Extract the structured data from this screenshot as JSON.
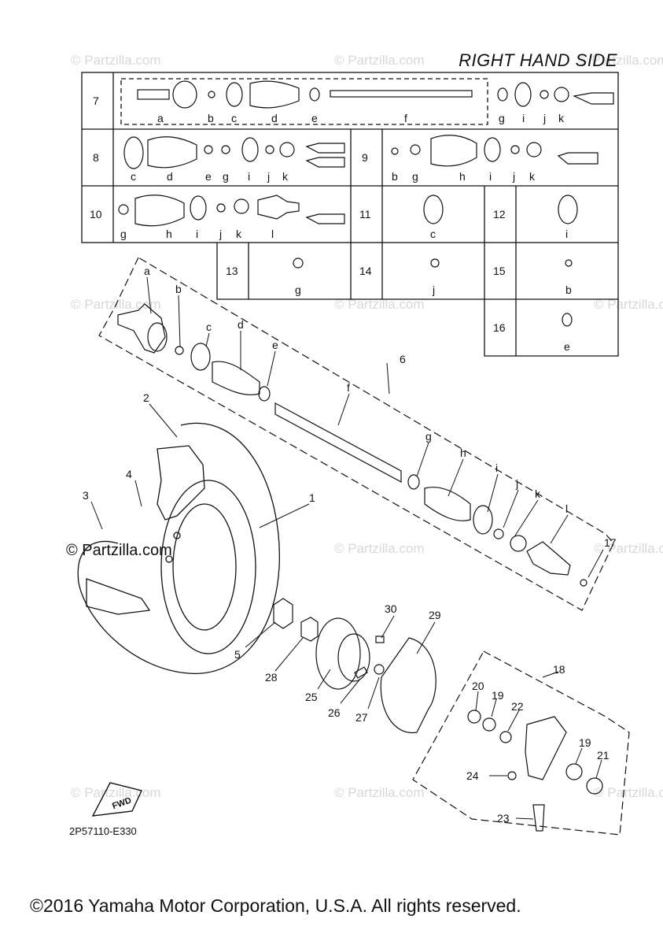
{
  "header": {
    "title": "RIGHT HAND SIDE"
  },
  "diagram_code": "2P57110-E330",
  "copyright": "©2016 Yamaha Motor Corporation, U.S.A. All rights reserved.",
  "watermark": {
    "text": "© Partzilla.com",
    "large_text": "© Partzilla.com"
  },
  "fwd_label": "FWD",
  "kit_table": [
    {
      "no": "7",
      "parts": [
        "a",
        "b",
        "c",
        "d",
        "e",
        "f",
        "g",
        "i",
        "j",
        "k"
      ]
    },
    {
      "no": "8",
      "parts": [
        "c",
        "d",
        "e",
        "g",
        "i",
        "j",
        "k"
      ]
    },
    {
      "no": "9",
      "parts": [
        "b",
        "g",
        "h",
        "i",
        "j",
        "k"
      ]
    },
    {
      "no": "10",
      "parts": [
        "g",
        "h",
        "i",
        "j",
        "k",
        "l"
      ]
    },
    {
      "no": "11",
      "parts": [
        "c"
      ]
    },
    {
      "no": "12",
      "parts": [
        "i"
      ]
    },
    {
      "no": "13",
      "parts": [
        "g"
      ]
    },
    {
      "no": "14",
      "parts": [
        "j"
      ]
    },
    {
      "no": "15",
      "parts": [
        "b"
      ]
    },
    {
      "no": "16",
      "parts": [
        "e"
      ]
    }
  ],
  "callouts": [
    "1",
    "2",
    "3",
    "4",
    "5",
    "6",
    "17",
    "18",
    "19",
    "19",
    "20",
    "21",
    "22",
    "23",
    "24",
    "25",
    "26",
    "27",
    "28",
    "29",
    "30"
  ],
  "shaft_letters": [
    "a",
    "b",
    "c",
    "d",
    "e",
    "f",
    "g",
    "h",
    "i",
    "j",
    "k",
    "l"
  ]
}
